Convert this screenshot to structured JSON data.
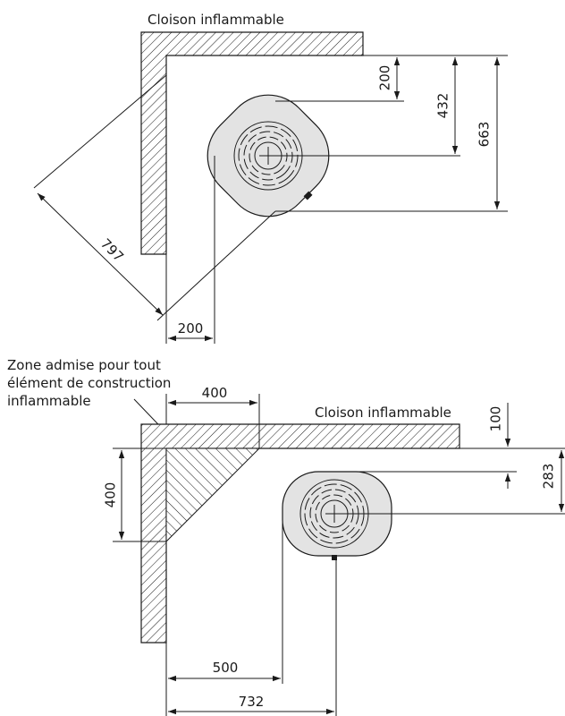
{
  "top": {
    "wall_label": "Cloison inflammable",
    "dims": {
      "d_200_top": "200",
      "d_432": "432",
      "d_663": "663",
      "d_797": "797",
      "d_200_bottom": "200"
    }
  },
  "bottom": {
    "zone_label_lines": [
      "Zone admise pour tout",
      "élément de construction",
      "inflammable"
    ],
    "wall_label": "Cloison inflammable",
    "dims": {
      "d_400_h": "400",
      "d_400_v": "400",
      "d_100": "100",
      "d_283": "283",
      "d_500": "500",
      "d_732": "732"
    }
  }
}
